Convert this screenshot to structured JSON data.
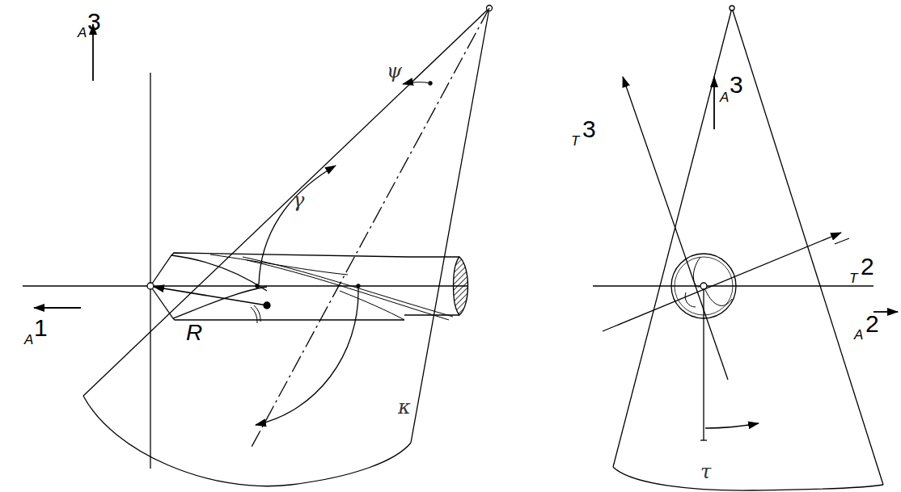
{
  "diagram": {
    "labels": [
      "A",
      "3",
      "ψ",
      "γ",
      "R",
      "κ",
      "A",
      "1",
      "T",
      "3",
      "A",
      "3",
      "T",
      "2",
      "A",
      "2",
      "τ"
    ]
  }
}
